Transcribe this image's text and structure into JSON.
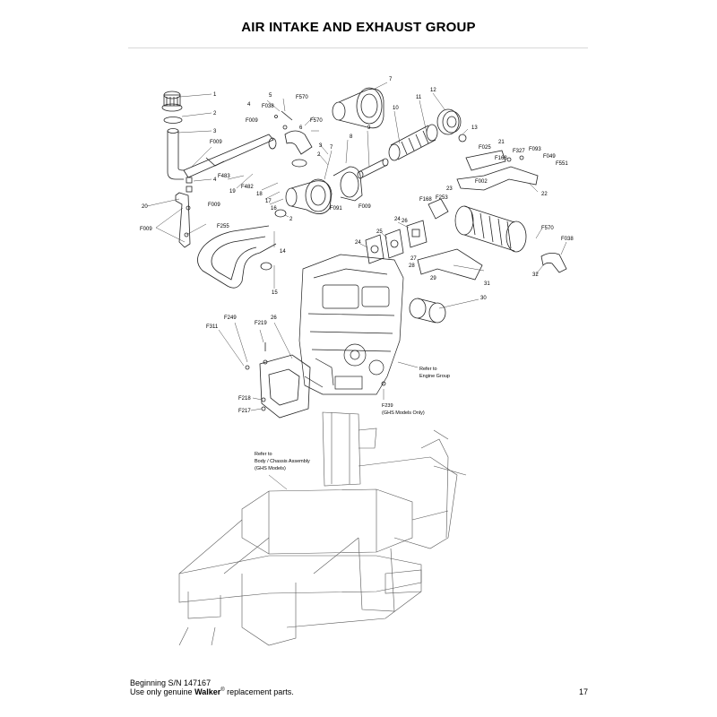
{
  "page": {
    "title": "AIR INTAKE AND EXHAUST GROUP",
    "footer_serial": "Beginning S/N 147167",
    "footer_prefix": "Use only genuine ",
    "footer_brand": "Walker",
    "footer_reg": "®",
    "footer_suffix": " replacement parts.",
    "page_number": "17"
  },
  "notes": {
    "engine_ref_1": "Refer to",
    "engine_ref_2": "Engine Group",
    "ghs_1": "F239",
    "ghs_2": "(GHS Models Only)",
    "body_ref_1": "Refer to",
    "body_ref_2": "Body / Chassis Assembly",
    "body_ref_3": "(GHS Models)"
  },
  "callouts": [
    "1",
    "2",
    "3",
    "F009",
    "4",
    "F483",
    "F482",
    "19",
    "18",
    "17",
    "16",
    "20",
    "F009",
    "F009",
    "F255",
    "14",
    "15",
    "2",
    "4",
    "5",
    "F009",
    "F038",
    "F570",
    "F570",
    "6",
    "3",
    "2",
    "7",
    "F091",
    "F009",
    "8",
    "7",
    "9",
    "10",
    "11",
    "12",
    "13",
    "F025",
    "21",
    "F327",
    "F093",
    "F049",
    "F551",
    "F168",
    "F002",
    "22",
    "23",
    "F168",
    "F253",
    "24",
    "25",
    "26",
    "27",
    "28",
    "29",
    "31",
    "24",
    "F570",
    "F038",
    "32",
    "30",
    "F249",
    "F219",
    "F311",
    "26",
    "F218",
    "F217"
  ]
}
